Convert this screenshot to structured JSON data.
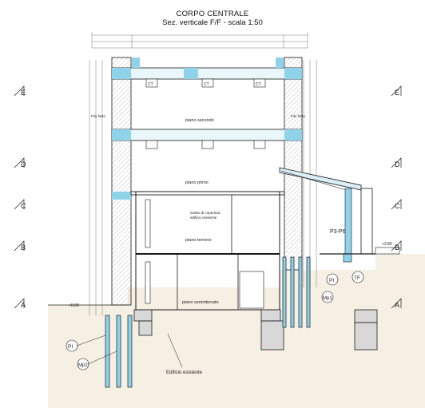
{
  "title": "CORPO CENTRALE",
  "subtitle": "Sez. verticale F/F - scala 1:50",
  "colors": {
    "line": "#1a1a1a",
    "dim": "#555555",
    "cyan": "#8fd3ea",
    "ground": "#f6efe4",
    "hatch": "#c9c9c9"
  },
  "level_markers": [
    "E",
    "D",
    "C",
    "B",
    "A"
  ],
  "level_markers_right": [
    "E",
    "D",
    "C",
    "B",
    "A"
  ],
  "floors": {
    "second": "piano secondo",
    "first": "piano primo",
    "ground": "piano terreno",
    "basement": "piano seminterrato"
  },
  "annotations": {
    "filo_finito_left": "Filo finito",
    "filo_finito_right": "Filo finito",
    "solaio_note_line1": "Solaio di copertura",
    "solaio_note_line2": "edificio esistente",
    "p3p6": "P3-P6",
    "pi_right": "PI",
    "tf": "TF",
    "mp1": "Mp1",
    "pi_left": "PI",
    "mp2": "Mp2",
    "existing_building": "Edificio esistente",
    "elev_left": "+0.00",
    "elev_right": "+3.80",
    "ct_labels": [
      "CT",
      "CT",
      "CT"
    ]
  }
}
